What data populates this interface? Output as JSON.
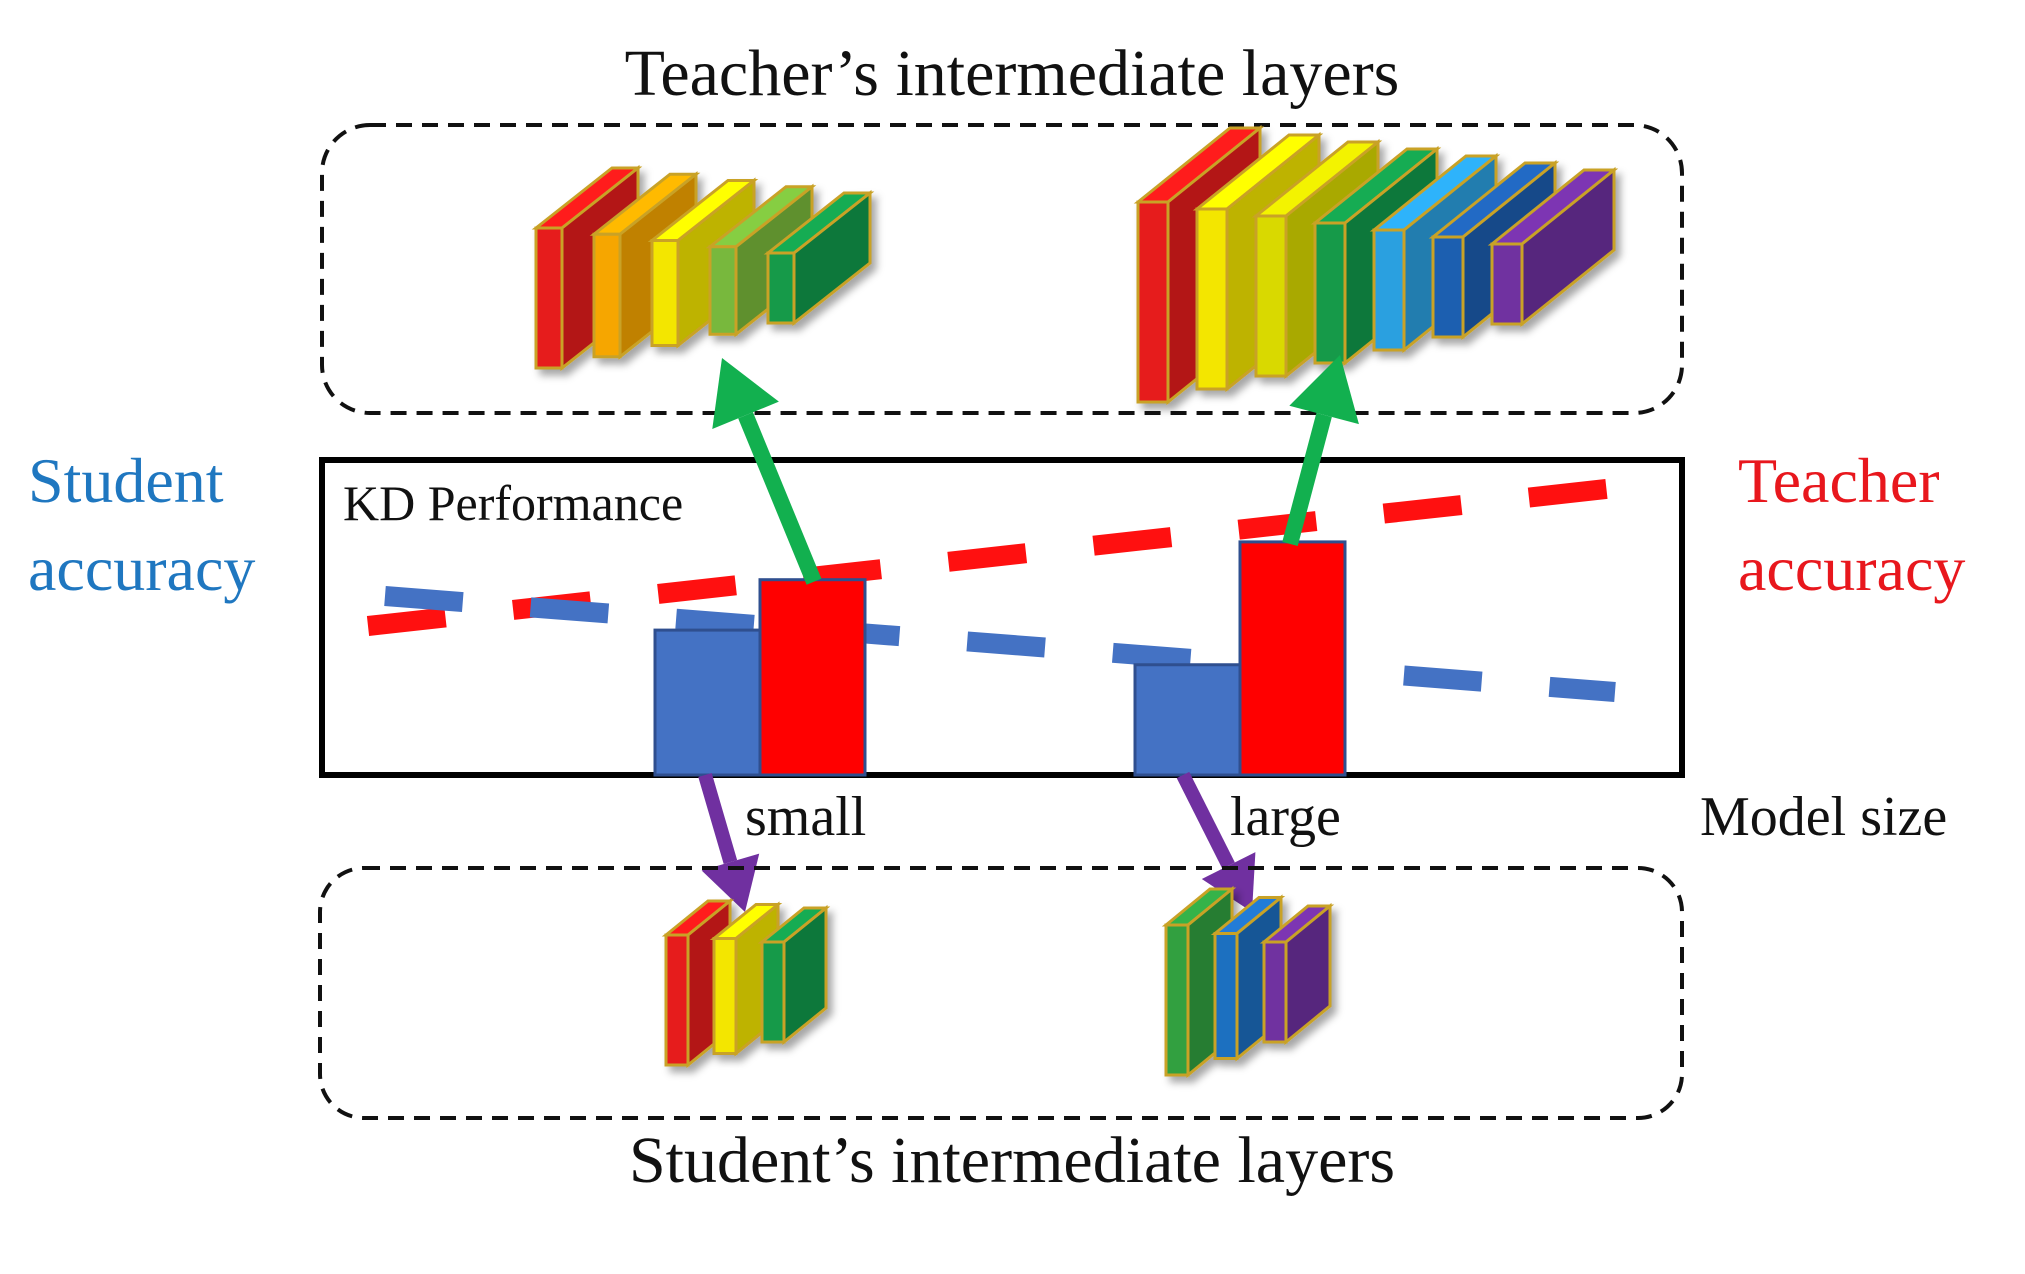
{
  "title_top": "Teacher’s intermediate layers",
  "title_bottom": "Student’s intermediate layers",
  "left_label": {
    "line1": "Student",
    "line2": "accuracy",
    "color": "#1f77c0"
  },
  "right_label": {
    "line1": "Teacher",
    "line2": "accuracy",
    "color": "#e8171d"
  },
  "panel_label": "KD Performance",
  "x_axis_label": "Model size",
  "categories": [
    "small",
    "large"
  ],
  "colors": {
    "student": "#4472c4",
    "teacher": "#ff0000",
    "green_arrow": "#12b04f",
    "purple_arrow": "#7030a0",
    "layer_border": "#c9a227",
    "teacher_line": "#ff1010",
    "student_line": "#4472c4"
  },
  "chart_data": {
    "type": "bar",
    "categories": [
      "small",
      "large"
    ],
    "series": [
      {
        "name": "Student accuracy",
        "values": [
          0.46,
          0.35
        ]
      },
      {
        "name": "Teacher accuracy",
        "values": [
          0.62,
          0.74
        ]
      }
    ],
    "ylim": [
      0,
      1
    ]
  },
  "teacher_stacks": [
    {
      "layers": [
        "#e61c1c",
        "#f6a600",
        "#f3e600",
        "#78b83c",
        "#139a4a"
      ]
    },
    {
      "layers": [
        "#e61c1c",
        "#f3e600",
        "#d9d900",
        "#139a4a",
        "#2aa0e0",
        "#1f5fb0",
        "#7030a0"
      ]
    }
  ],
  "student_stacks": [
    {
      "layers": [
        "#e61c1c",
        "#f3e600",
        "#139a4a"
      ]
    },
    {
      "layers": [
        "#30a040",
        "#1f6fc0",
        "#7030a0"
      ]
    }
  ]
}
